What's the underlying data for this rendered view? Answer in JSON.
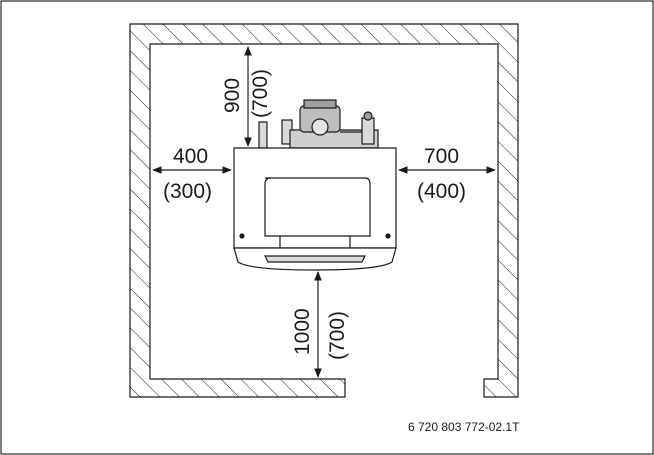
{
  "figure": {
    "id": "6 720 803 772-02.1T"
  },
  "clearances": {
    "top": {
      "value": "900",
      "alt": "(700)"
    },
    "left": {
      "value": "400",
      "alt": "(300)"
    },
    "right": {
      "value": "700",
      "alt": "(400)"
    },
    "bottom": {
      "value": "1000",
      "alt": "(700)"
    }
  },
  "colors": {
    "line": "#1a1a1a",
    "border": "#000000"
  }
}
